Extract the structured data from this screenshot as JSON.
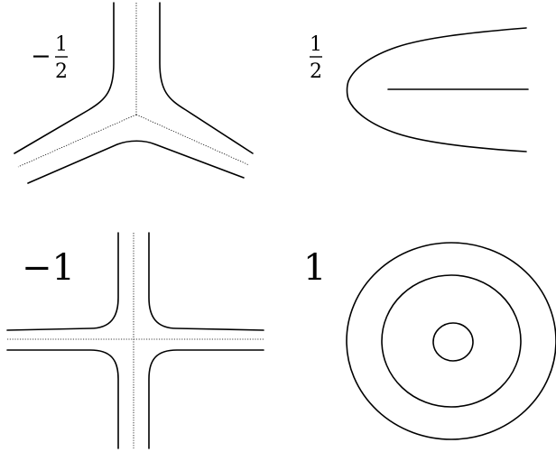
{
  "panels": [
    {
      "id": "top-left",
      "label": {
        "sign": "−",
        "numerator": "1",
        "denominator": "2"
      },
      "shape": "three-armed junction (Y-shaped tripod) with guiding dashed spokes"
    },
    {
      "id": "top-right",
      "label": {
        "sign": "",
        "numerator": "1",
        "denominator": "2"
      },
      "shape": "parabola-like curve around a horizontal segment"
    },
    {
      "id": "bottom-left",
      "label": {
        "text": "−1"
      },
      "shape": "cross-shaped (four-armed) junction with dashed axes"
    },
    {
      "id": "bottom-right",
      "label": {
        "text": "1"
      },
      "shape": "three nested closed loops (concentric circles)"
    }
  ],
  "colors": {
    "ink": "#000000",
    "background": "#ffffff"
  }
}
